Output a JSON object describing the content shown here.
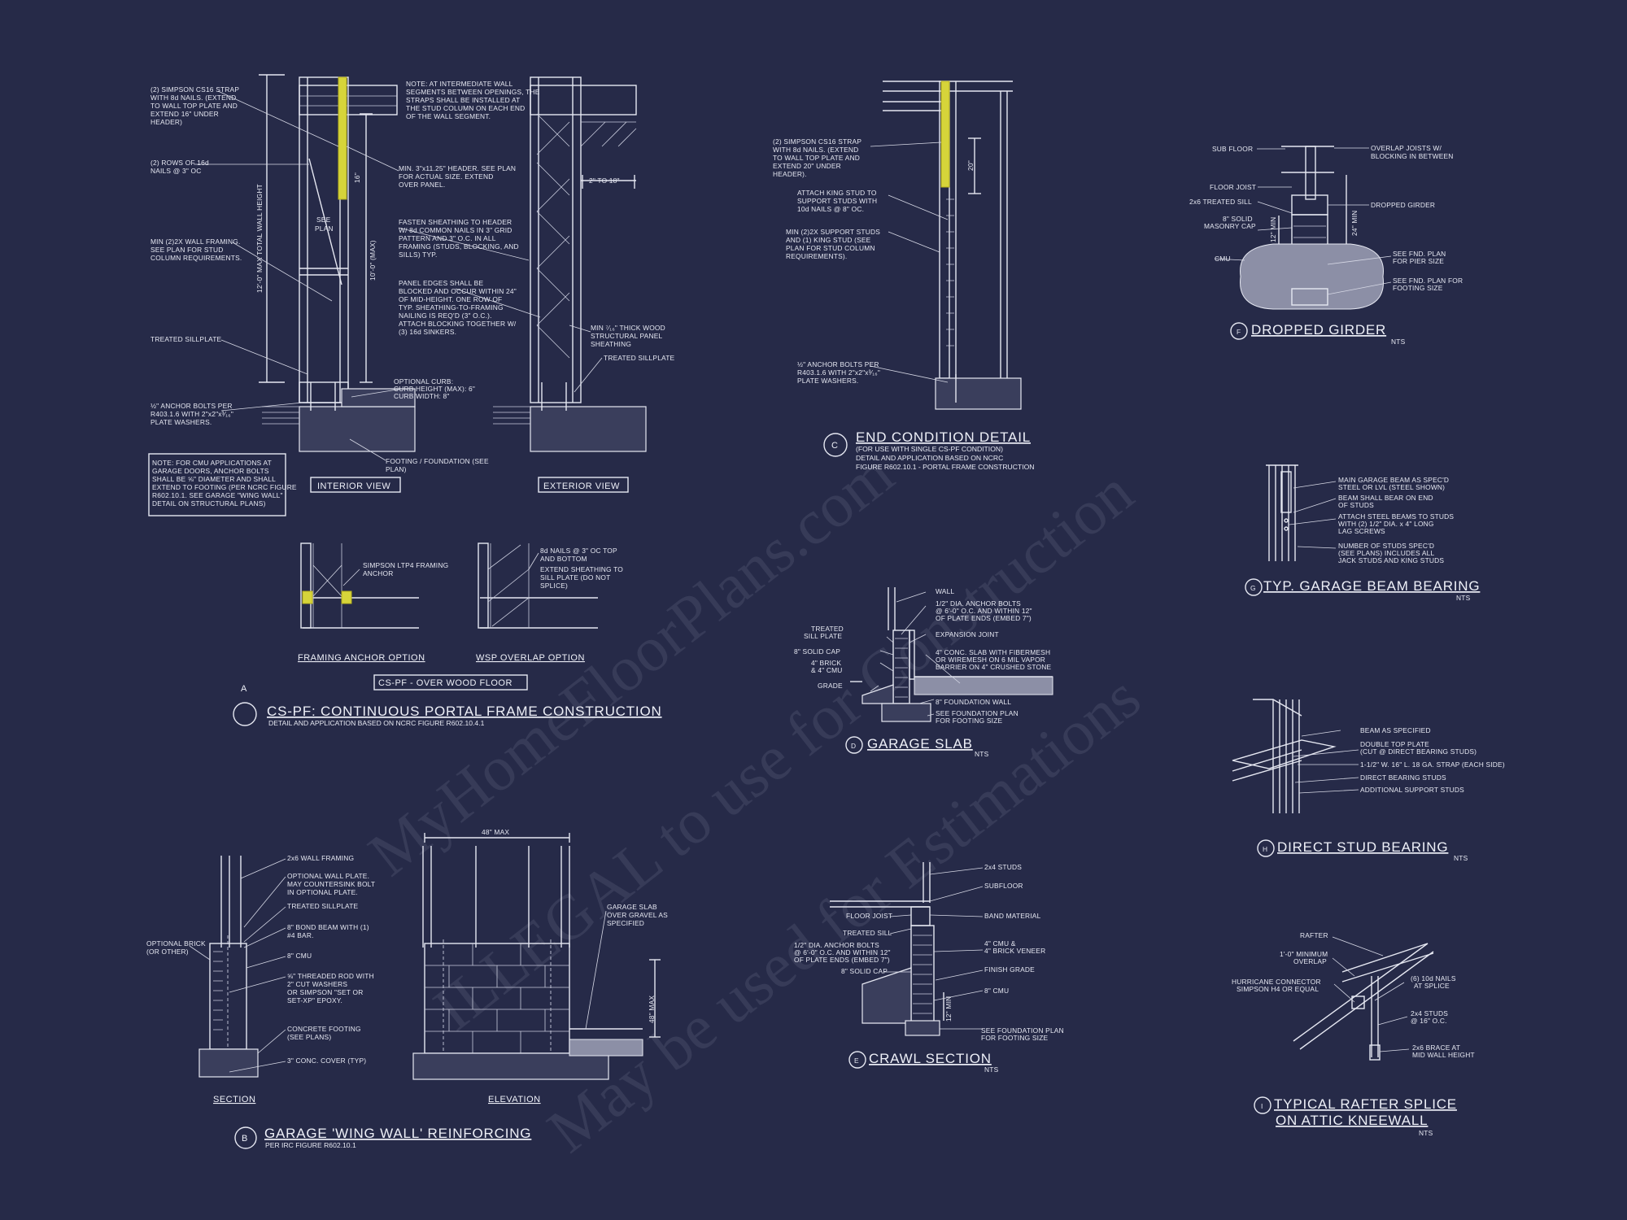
{
  "watermark": {
    "line1": "MyHomeFloorPlans.com",
    "line2": "ILLEGAL to use for Construction",
    "line3": "May be used for Estimations"
  },
  "detail_a": {
    "strap_note": [
      "(2) SIMPSON CS16 STRAP",
      "WITH 8d NAILS. (EXTEND",
      "TO WALL TOP PLATE AND",
      "EXTEND 16\" UNDER",
      "HEADER)"
    ],
    "rows_note": [
      "(2) ROWS OF 16d",
      "NAILS @ 3\" OC"
    ],
    "framing_note": [
      "MIN (2)2X WALL FRAMING.",
      "SEE PLAN FOR STUD",
      "COLUMN REQUIREMENTS."
    ],
    "sill_note": "TREATED SILLPLATE",
    "anchor_note": [
      "½\" ANCHOR BOLTS PER",
      "R403.1.6 WITH 2\"x2\"x³⁄₁₆\"",
      "PLATE WASHERS."
    ],
    "total_height": "12'-0\" MAX TOTAL WALL HEIGHT",
    "see_plan": [
      "SEE",
      "PLAN"
    ],
    "height_max": "10'-0\" (MAX)",
    "dim_16": "16\"",
    "intermediate_note": [
      "NOTE: AT INTERMEDIATE WALL",
      "SEGMENTS BETWEEN OPENINGS, THE",
      "STRAPS SHALL BE INSTALLED AT",
      "THE STUD COLUMN ON EACH END",
      "OF THE WALL SEGMENT."
    ],
    "header_note": [
      "MIN. 3\"x11.25\" HEADER. SEE PLAN",
      "FOR ACTUAL SIZE. EXTEND",
      "OVER PANEL."
    ],
    "fasten_note": [
      "FASTEN SHEATHING TO HEADER",
      "W/ 8d COMMON NAILS IN 3\" GRID",
      "PATTERN AND 3\" O.C. IN ALL",
      "FRAMING (STUDS, BLOCKING, AND",
      "SILLS) TYP."
    ],
    "panel_note": [
      "PANEL EDGES SHALL BE",
      "BLOCKED AND OCCUR WITHIN 24\"",
      "OF MID-HEIGHT.  ONE ROW OF",
      "TYP. SHEATHING-TO-FRAMING",
      "NAILING IS REQ'D (3\" O.C.).",
      "ATTACH BLOCKING TOGETHER W/",
      "(3) 16d SINKERS."
    ],
    "dim_2to18": "2\" TO 18\"",
    "min_sheath": [
      "MIN ⁷⁄₁₆\" THICK WOOD",
      "STRUCTURAL PANEL",
      "SHEATHING"
    ],
    "sill_ext": "TREATED SILLPLATE",
    "curb_note": [
      "OPTIONAL CURB:",
      "CURB HEIGHT (MAX): 6\"",
      "CURB WIDTH: 8\""
    ],
    "footing_note": [
      "FOOTING / FOUNDATION (SEE",
      "PLAN)"
    ],
    "cmu_note": [
      "NOTE: FOR CMU APPLICATIONS AT",
      "GARAGE DOORS, ANCHOR BOLTS",
      "SHALL BE ⅝\" DIAMETER AND SHALL",
      "EXTEND TO FOOTING (PER NCRC FIGURE",
      "R602.10.1. SEE GARAGE \"WING WALL\"",
      "DETAIL ON STRUCTURAL PLANS)"
    ],
    "interior_view": "INTERIOR VIEW",
    "exterior_view": "EXTERIOR VIEW",
    "ltp4_note": [
      "SIMPSON LTP4 FRAMING",
      "ANCHOR"
    ],
    "nail_note": [
      "8d NAILS @ 3\" OC TOP",
      "AND BOTTOM"
    ],
    "extend_note": [
      "EXTEND SHEATHING TO",
      "SILL PLATE (DO NOT",
      "SPLICE)"
    ],
    "framing_anchor_option": "FRAMING ANCHOR OPTION",
    "wsp_overlap_option": "WSP OVERLAP OPTION",
    "box_label": "CS-PF - OVER WOOD FLOOR",
    "letter": "A",
    "title": "CS-PF: CONTINUOUS PORTAL FRAME CONSTRUCTION",
    "subtitle": "DETAIL AND APPLICATION BASED ON NCRC FIGURE R602.10.4.1"
  },
  "detail_b": {
    "wall_framing": "2x6 WALL FRAMING",
    "opt_plate": [
      "OPTIONAL WALL PLATE.",
      "MAY COUNTERSINK BOLT",
      "IN OPTIONAL PLATE."
    ],
    "sillplate": "TREATED SILLPLATE",
    "bond_beam": [
      "8\" BOND BEAM WITH (1)",
      "#4 BAR."
    ],
    "cmu": "8\" CMU",
    "rod": [
      "⅝\" THREADED ROD WITH",
      "2\" CUT WASHERS",
      "OR SIMPSON \"SET OR",
      "SET-XP\" EPOXY."
    ],
    "footing": [
      "CONCRETE FOOTING",
      "(SEE PLANS)"
    ],
    "cover": "3\" CONC. COVER (TYP)",
    "brick": [
      "OPTIONAL BRICK",
      "(OR OTHER)"
    ],
    "dim_48": "48\" MAX",
    "dim_48v": "48\" MAX",
    "slab": [
      "GARAGE SLAB",
      "OVER GRAVEL AS",
      "SPECIFIED"
    ],
    "section": "SECTION",
    "elevation": "ELEVATION",
    "letter": "B",
    "title": "GARAGE 'WING WALL' REINFORCING",
    "subtitle": "PER IRC FIGURE R602.10.1"
  },
  "detail_c": {
    "strap_note": [
      "(2) SIMPSON CS16 STRAP",
      "WITH 8d NAILS. (EXTEND",
      "TO WALL TOP PLATE AND",
      "EXTEND 20\" UNDER",
      "HEADER)."
    ],
    "king_note": [
      "ATTACH KING STUD TO",
      "SUPPORT STUDS WITH",
      "10d NAILS @ 8\" OC."
    ],
    "support_note": [
      "MIN (2)2X SUPPORT STUDS",
      "AND (1) KING STUD (SEE",
      "PLAN FOR STUD COLUMN",
      "REQUIREMENTS)."
    ],
    "anchor_note": [
      "½\" ANCHOR BOLTS PER",
      "R403.1.6 WITH 2\"x2\"x³⁄₁₆\"",
      "PLATE WASHERS."
    ],
    "dim_20": "20\"",
    "letter": "C",
    "title": "END CONDITION DETAIL",
    "subtitle": [
      "(FOR USE WITH SINGLE CS-PF CONDITION)",
      "DETAIL AND APPLICATION BASED ON NCRC",
      "FIGURE R602.10.1 - PORTAL FRAME CONSTRUCTION"
    ]
  },
  "detail_d": {
    "wall": "WALL",
    "bolts": [
      "1/2\" DIA. ANCHOR BOLTS",
      "@ 6'-0\" O.C. AND WITHIN 12\"",
      "OF PLATE ENDS (EMBED 7\")"
    ],
    "joint": "EXPANSION JOINT",
    "slab": [
      "4\" CONC. SLAB WITH FIBERMESH",
      "OR WIREMESH ON 6 MIL VAPOR",
      "BARRIER ON 4\" CRUSHED STONE"
    ],
    "sill": [
      "TREATED",
      "SILL PLATE"
    ],
    "cap": "8\" SOLID CAP",
    "brick": [
      "4\" BRICK",
      "& 4\" CMU"
    ],
    "grade": "GRADE",
    "fwall": "8\" FOUNDATION WALL",
    "plan": [
      "SEE FOUNDATION PLAN",
      "FOR FOOTING SIZE"
    ],
    "letter": "D",
    "title": "GARAGE SLAB",
    "nts": "NTS"
  },
  "detail_e": {
    "studs": "2x4 STUDS",
    "subfloor": "SUBFLOOR",
    "joist": "FLOOR JOIST",
    "band": "BAND MATERIAL",
    "sill": "TREATED SILL",
    "bolts": [
      "1/2\" DIA. ANCHOR BOLTS",
      "@ 6'-0\" O.C. AND WITHIN 12\"",
      "OF PLATE ENDS (EMBED 7\")"
    ],
    "cmu": [
      "4\" CMU &",
      "4\" BRICK VENEER"
    ],
    "cap": "8\" SOLID CAP",
    "grade": "FINISH GRADE",
    "cmu8": "8\" CMU",
    "min": "12\" MIN",
    "plan": [
      "SEE FOUNDATION PLAN",
      "FOR FOOTING SIZE"
    ],
    "letter": "E",
    "title": "CRAWL SECTION",
    "nts": "NTS"
  },
  "detail_f": {
    "subfloor": "SUB FLOOR",
    "overlap": [
      "OVERLAP JOISTS W/",
      "BLOCKING IN BETWEEN"
    ],
    "joist": "FLOOR JOIST",
    "sill": "2x6 TREATED SILL",
    "girder": "DROPPED GIRDER",
    "cap": [
      "8\" SOLID",
      "MASONRY CAP"
    ],
    "dim24": "24\" MIN",
    "dim12": "12\" MIN",
    "cmu": "CMU",
    "pier": [
      "SEE FND. PLAN",
      "FOR PIER SIZE"
    ],
    "footing": [
      "SEE FND. PLAN FOR",
      "FOOTING SIZE"
    ],
    "letter": "F",
    "title": "DROPPED GIRDER",
    "nts": "NTS"
  },
  "detail_g": {
    "beam": [
      "MAIN GARAGE BEAM AS SPEC'D",
      "STEEL OR LVL (STEEL SHOWN)"
    ],
    "bear": [
      "BEAM SHALL BEAR ON END",
      "OF STUDS"
    ],
    "attach": [
      "ATTACH STEEL BEAMS TO STUDS",
      "WITH (2) 1/2\" DIA. x 4\" LONG",
      "LAG SCREWS"
    ],
    "number": [
      "NUMBER OF STUDS SPEC'D",
      "(SEE PLANS) INCLUDES ALL",
      "JACK STUDS AND KING STUDS"
    ],
    "letter": "G",
    "title": "TYP. GARAGE BEAM BEARING",
    "nts": "NTS"
  },
  "detail_h": {
    "beam": "BEAM AS SPECIFIED",
    "plate": [
      "DOUBLE TOP PLATE",
      "(CUT @ DIRECT BEARING STUDS)"
    ],
    "strap": "1-1/2\" W. 16\" L. 18 GA. STRAP (EACH SIDE)",
    "direct": "DIRECT BEARING STUDS",
    "additional": "ADDITIONAL SUPPORT STUDS",
    "letter": "H",
    "title": "DIRECT STUD BEARING",
    "nts": "NTS"
  },
  "detail_i": {
    "rafter": "RAFTER",
    "overlap": [
      "1'-0\" MINIMUM",
      "OVERLAP"
    ],
    "hurricane": [
      "HURRICANE CONNECTOR",
      "SIMPSON H4 OR EQUAL"
    ],
    "nails": [
      "(6) 10d NAILS",
      "AT SPLICE"
    ],
    "studs": [
      "2x4 STUDS",
      "@ 16\" O.C."
    ],
    "brace": [
      "2x6 BRACE AT",
      "MID WALL HEIGHT"
    ],
    "letter": "I",
    "title_1": "TYPICAL RAFTER SPLICE",
    "title_2": "ON ATTIC KNEEWALL",
    "nts": "NTS"
  }
}
